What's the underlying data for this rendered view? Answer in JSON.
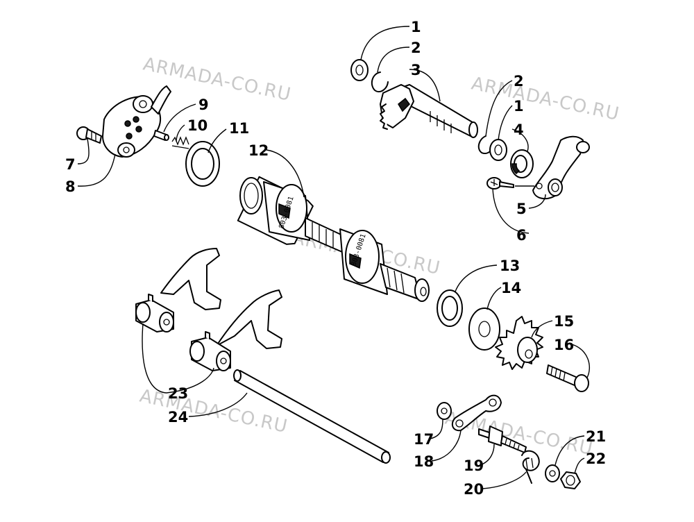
{
  "diagram": {
    "watermark_text": "ARMADA-CO.RU",
    "part_stamp": "803-0081",
    "callouts": [
      "1",
      "2",
      "3",
      "2",
      "1",
      "4",
      "5",
      "6",
      "7",
      "8",
      "9",
      "10",
      "11",
      "12",
      "13",
      "14",
      "15",
      "16",
      "17",
      "18",
      "19",
      "20",
      "21",
      "22",
      "23",
      "24"
    ]
  }
}
